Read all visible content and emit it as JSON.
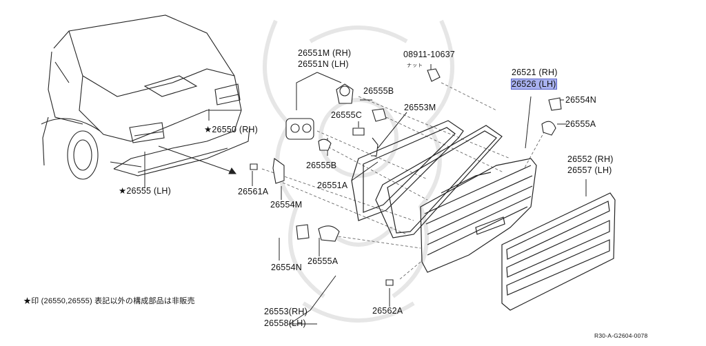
{
  "diagram": {
    "labels": {
      "p26551M": "26551M (RH)",
      "p26551N": "26551N (LH)",
      "p08911": "08911-10637",
      "nut": "ナット",
      "p26521": "26521 (RH)",
      "p26526": "26526 (LH)",
      "p26554N_r": "26554N",
      "p26555A_r": "26555A",
      "p26555B_t": "26555B",
      "p26555C": "26555C",
      "p26553M": "26553M",
      "p26550": "★26550 (RH)",
      "p26555B_m": "26555B",
      "p26561A": "26561A",
      "p26551A": "26551A",
      "p26554M": "26554M",
      "p26555LH": "★26555 (LH)",
      "p26552": "26552 (RH)",
      "p26557": "26557 (LH)",
      "p26554N_b": "26554N",
      "p26555A_b": "26555A",
      "p26562A": "26562A",
      "p26553RH": "26553(RH)",
      "p26558LH": "26558(LH)"
    },
    "footnote": "★印 (26550,26555) 表記以外の構成部品は非販売",
    "diagram_code": "R30-A-G2604-0078",
    "highlight_color": "#a9b2f0"
  }
}
